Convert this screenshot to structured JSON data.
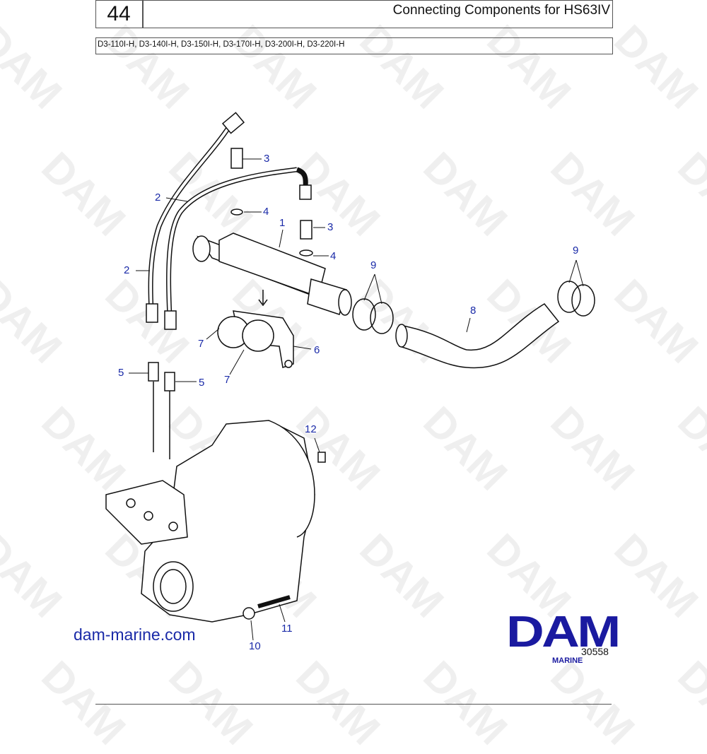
{
  "header": {
    "page_number": "44",
    "title": "Connecting Components for HS63IV",
    "models": "D3-110I-H, D3-140I-H, D3-150I-H, D3-170I-H, D3-200I-H, D3-220I-H"
  },
  "callouts": [
    "3",
    "2",
    "4",
    "1",
    "3",
    "4",
    "9",
    "9",
    "2",
    "8",
    "6",
    "7",
    "7",
    "5",
    "5",
    "12",
    "11",
    "10"
  ],
  "footer": {
    "website": "dam-marine.com",
    "logo_text": "DAM",
    "logo_subtext": "MARINE",
    "drawing_ref": "30558"
  },
  "watermark": "DAM",
  "colors": {
    "callout": "#1a2aa8",
    "logo": "#1a1aa0"
  }
}
